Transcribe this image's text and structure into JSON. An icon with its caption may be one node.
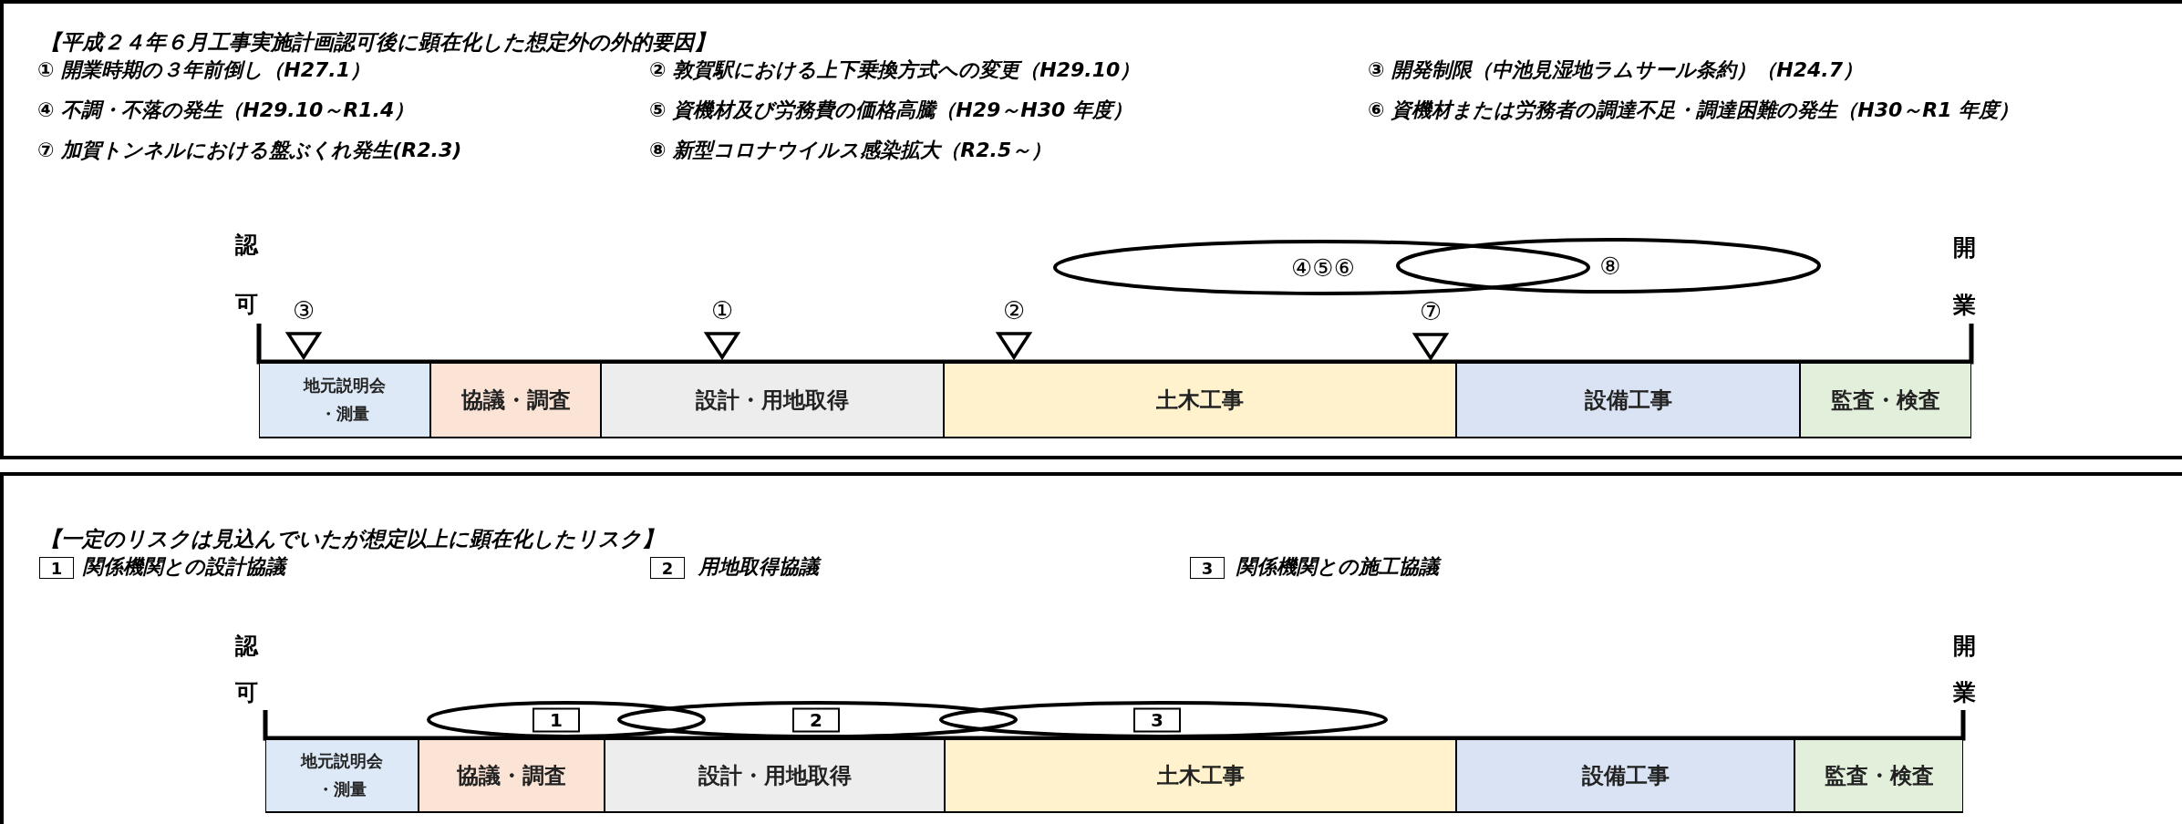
{
  "diagram": {
    "nodes": [
      {
        "text": [
          "【平成２４年６月工事実施計画認可後に顕在化した想定外の外的要因】"
        ]
      },
      {
        "text": [
          "地元説明会・測量"
        ],
        "in": 0
      },
      {
        "text": [
          "協議・調査"
        ],
        "in": 0
      },
      {
        "text": [
          "設計・用地取得"
        ],
        "in": 0
      },
      {
        "text": [
          "土木工事"
        ],
        "in": 0
      },
      {
        "text": [
          "設備工事"
        ],
        "in": 0
      },
      {
        "text": [
          "監査・検査"
        ],
        "in": 0
      },
      {
        "text": [
          "④⑤⑥"
        ],
        "in": 0
      },
      {
        "text": [
          "⑧"
        ],
        "in": 0
      },
      {
        "text": [
          "【一定のリスクは見込んでいたが想定以上に顕在化したリスク】"
        ]
      },
      {
        "text": [
          "地元説明会・測量"
        ],
        "in": 9
      },
      {
        "text": [
          "協議・調査"
        ],
        "in": 9
      },
      {
        "text": [
          "設計・用地取得"
        ],
        "in": 9
      },
      {
        "text": [
          "土木工事"
        ],
        "in": 9
      },
      {
        "text": [
          "設備工事"
        ],
        "in": 9
      },
      {
        "text": [
          "監査・検査"
        ],
        "in": 9
      },
      {
        "text": [
          "1"
        ],
        "in": 9
      },
      {
        "text": [
          "2"
        ],
        "in": 9
      },
      {
        "text": [
          "3"
        ],
        "in": 9
      }
    ],
    "labels": [
      "① 開業時期の３年前倒し（H27.1）",
      "② 敦賀駅における上下乗換方式への変更（H29.10）",
      "③ 開発制限（中池見湿地ラムサール条約）（H24.7）",
      "④ 不調・不落の発生（H29.10～R1.4）",
      "⑤ 資機材及び労務費の価格高騰（H29～H30 年度）",
      "⑥ 資機材または労務者の調達不足・調達困難の発生（H30～R1 年度）",
      "⑦ 加賀トンネルにおける盤ぶくれ発生(R2.3)",
      "⑧ 新型コロナウイルス感染拡大（R2.5～）",
      "認",
      "開",
      "可",
      "③",
      "①",
      "②",
      "⑦",
      "業",
      "1",
      "関係機関との設計協議",
      "2",
      "用地取得協議",
      "3",
      "関係機関との施工協議",
      "認",
      "開",
      "可",
      "業"
    ]
  }
}
